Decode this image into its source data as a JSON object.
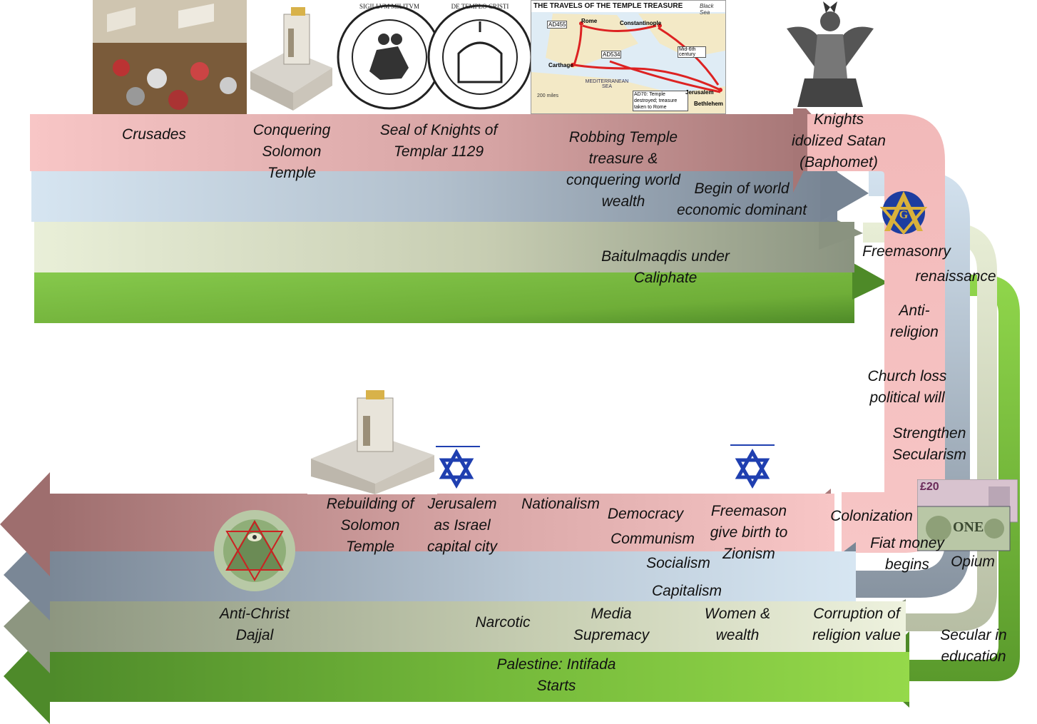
{
  "labels": {
    "crusades": [
      "Crusades"
    ],
    "conquering_temple": [
      "Conquering",
      "Solomon",
      "Temple"
    ],
    "seal": [
      "Seal of Knights of",
      "Templar 1129"
    ],
    "robbing": [
      "Robbing Temple",
      "treasure &",
      "conquering world",
      "wealth"
    ],
    "knights_satan": [
      "Knights",
      "idolized Satan",
      "(Baphomet)"
    ],
    "economic": [
      "Begin of world",
      "economic dominant"
    ],
    "baitulmaqdis": [
      "Baitulmaqdis under",
      "Caliphate"
    ],
    "freemasonry": [
      "Freemasonry"
    ],
    "renaissance": [
      "renaissance"
    ],
    "anti_religion": [
      "Anti-",
      "religion"
    ],
    "church": [
      "Church loss",
      "political will"
    ],
    "secularism": [
      "Strengthen",
      "Secularism"
    ],
    "colonization": [
      "Colonization"
    ],
    "fiat": [
      "Fiat money",
      "begins"
    ],
    "opium": [
      "Opium"
    ],
    "zionism": [
      "Freemason",
      "give birth to",
      "Zionism"
    ],
    "democracy": [
      "Democracy"
    ],
    "communism": [
      "Communism"
    ],
    "socialism": [
      "Socialism"
    ],
    "capitalism": [
      "Capitalism"
    ],
    "nationalism": [
      "Nationalism"
    ],
    "jerusalem": [
      "Jerusalem",
      "as Israel",
      "capital city"
    ],
    "rebuilding": [
      "Rebuilding of",
      "Solomon",
      "Temple"
    ],
    "antichrist": [
      "Anti-Christ",
      "Dajjal"
    ],
    "narcotic": [
      "Narcotic"
    ],
    "media": [
      "Media",
      "Supremacy"
    ],
    "women": [
      "Women &",
      "wealth"
    ],
    "corruption": [
      "Corruption of",
      "religion value"
    ],
    "secular_edu": [
      "Secular in",
      "education"
    ],
    "palestine": [
      "Palestine: Intifada",
      "Starts"
    ]
  },
  "map": {
    "title": "THE TRAVELS OF THE TEMPLE TREASURE",
    "black_sea": "Black Sea",
    "ad455": "AD455",
    "rome": "Rome",
    "constantinople": "Constantinople",
    "ad534": "AD534",
    "mid6": "Mid-6th century",
    "carthage": "Carthage",
    "med_sea": "MEDITERRANEAN SEA",
    "ad70": "AD70: Temple destroyed; treasure taken to Rome",
    "jerusalem": "Jerusalem",
    "bethlehem": "Bethlehem",
    "scale": "200 miles"
  },
  "seal": {
    "left_text": "SIGILLVM MILITVM",
    "right_text": "DE TEMPLO CRISTI"
  },
  "banknotes": {
    "pound": "£20",
    "dollar": "ONE"
  },
  "colors": {
    "pink": "#f7c3c3",
    "pink_dark": "#a97a7a",
    "blue": "#cfe0ee",
    "blue_dark": "#7a8796",
    "sage": "#e4ead0",
    "sage_dark": "#8d9680",
    "green": "#8ed44a",
    "green_dark": "#4f8a2a",
    "israel_blue": "#1f3fb0"
  }
}
